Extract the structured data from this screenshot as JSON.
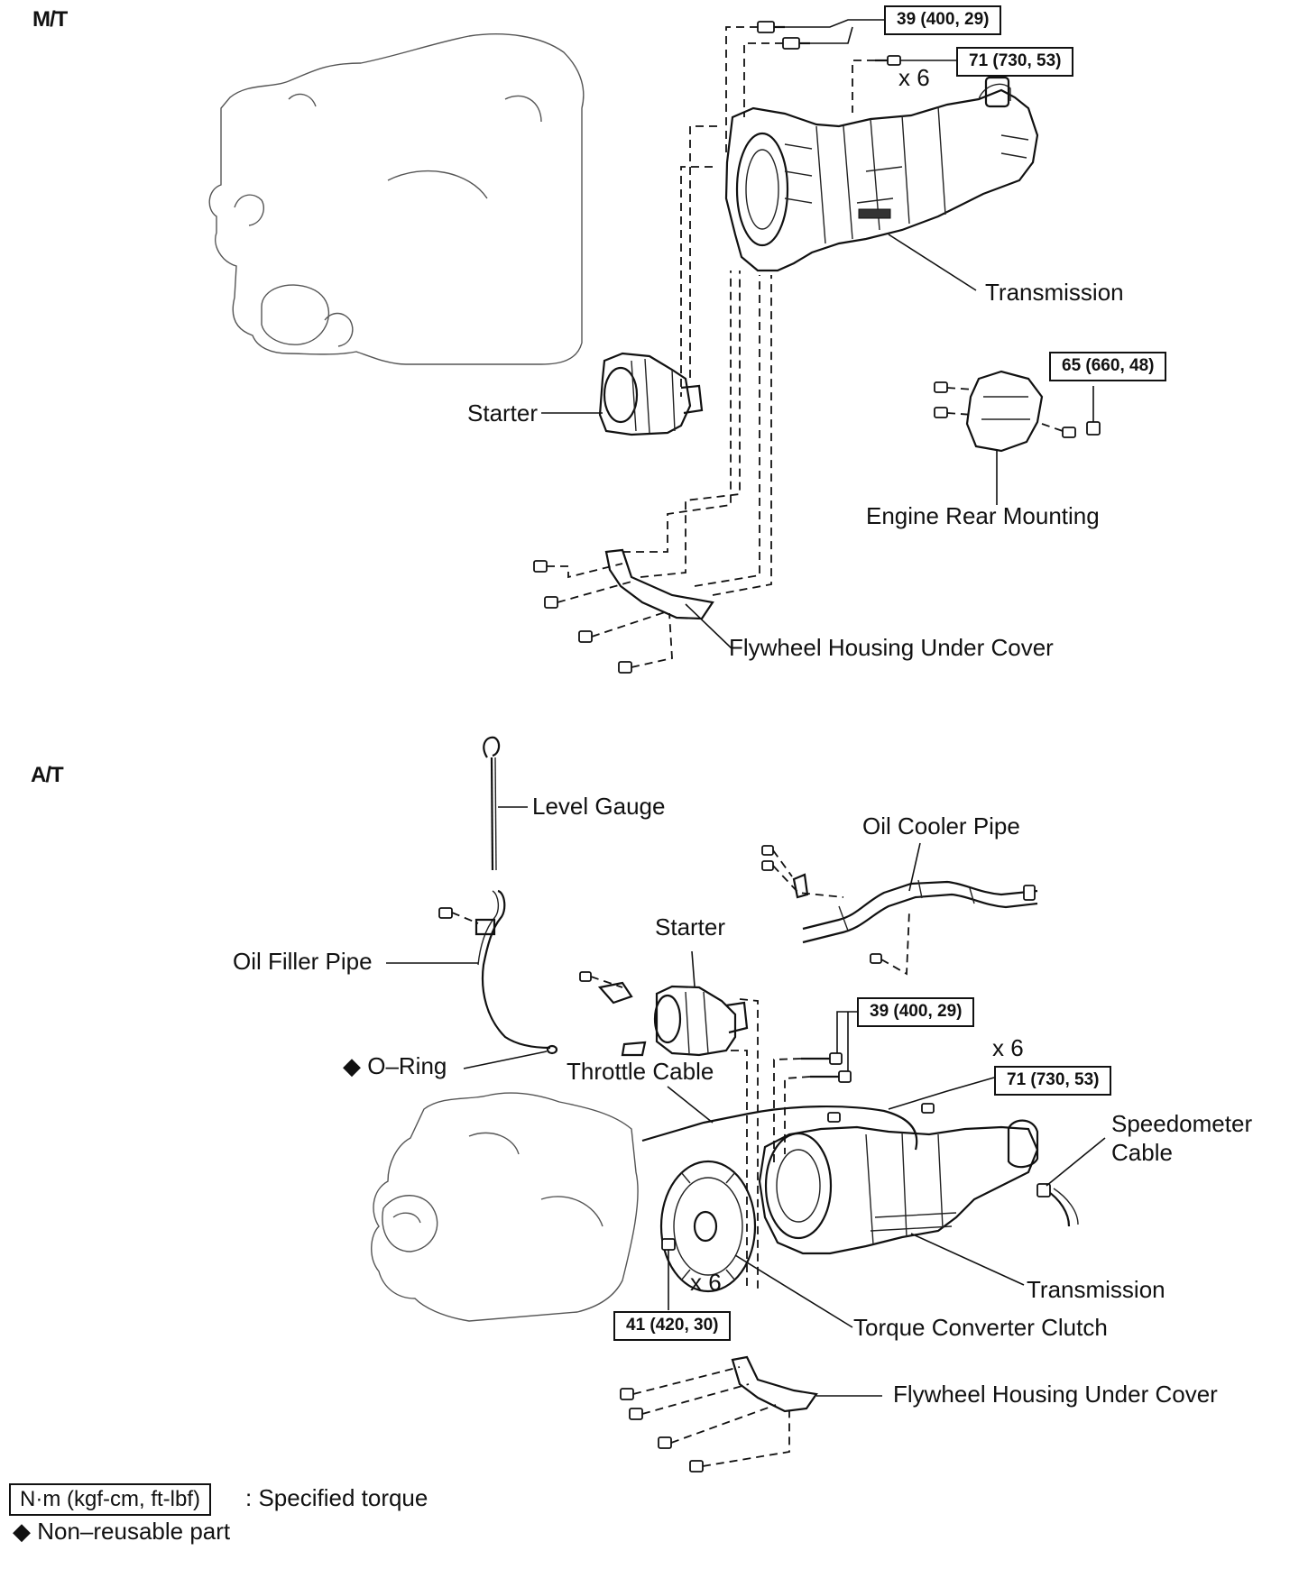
{
  "mt": {
    "section": "M/T",
    "labels": {
      "transmission": "Transmission",
      "starter": "Starter",
      "engine_rear_mounting": "Engine Rear Mounting",
      "flywheel_cover": "Flywheel Housing Under Cover",
      "count_x6": "x 6"
    },
    "torques": {
      "t39": "39 (400, 29)",
      "t71": "71 (730, 53)",
      "t65": "65 (660, 48)"
    }
  },
  "at": {
    "section": "A/T",
    "labels": {
      "level_gauge": "Level Gauge",
      "oil_cooler_pipe": "Oil Cooler Pipe",
      "starter": "Starter",
      "oil_filler_pipe": "Oil Filler Pipe",
      "o_ring": "◆ O–Ring",
      "throttle_cable": "Throttle Cable",
      "count_x6_top": "x 6",
      "speedometer_cable_1": "Speedometer",
      "speedometer_cable_2": "Cable",
      "transmission": "Transmission",
      "count_x6_bottom": "x 6",
      "torque_converter_clutch": "Torque Converter Clutch",
      "flywheel_cover": "Flywheel Housing Under Cover"
    },
    "torques": {
      "t39": "39 (400, 29)",
      "t71": "71 (730, 53)",
      "t41": "41 (420, 30)"
    }
  },
  "legend": {
    "torque_box": "N·m (kgf-cm, ft-lbf)",
    "torque_text": ": Specified torque",
    "nonreusable": "◆ Non–reusable part"
  }
}
